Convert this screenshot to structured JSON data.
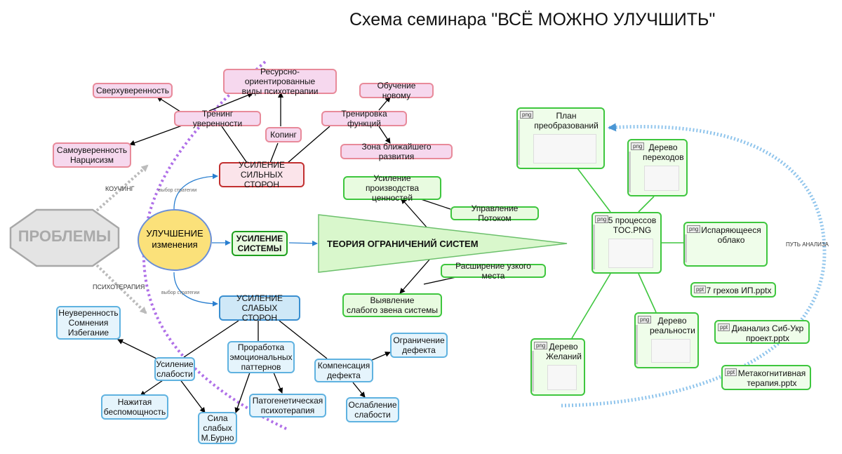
{
  "title": "Схема семинара \"ВСЁ МОЖНО УЛУЧШИТЬ\"",
  "nodes": {
    "problems": "ПРОБЛЕМЫ",
    "improvement": "УЛУЧШЕНИЕ\nизменения",
    "strong": "УСИЛЕНИЕ\nСИЛЬНЫХ СТОРОН",
    "weak": "УСИЛЕНИЕ\nСЛАБЫХ СТОРОН",
    "system": "УСИЛЕНИЕ\nСИСТЕМЫ",
    "toc": "ТЕОРИЯ ОГРАНИЧЕНИЙ СИСТЕМ",
    "overconfidence": "Сверхуверенность",
    "resource": "Ресурсно-ориентированные\nвиды психотерапии",
    "learning": "Обучение новому",
    "confidence_training": "Тренинг уверенности",
    "function_training": "Тренировка функций",
    "coping": "Копинг",
    "self_confidence": "Самоуверенность\nНарцисизм",
    "zone": "Зона ближайшего развития",
    "value_production": "Усиление производства\nценностей",
    "flow": "Управление Потоком",
    "bottleneck": "Расширение узкого места",
    "weak_link": "Выявление\nслабого звена системы",
    "insecurity": "Неуверенность\nСомнения\nИзбегание",
    "strengthen_weakness": "Усиление\nслабости",
    "emotional_patterns": "Проработка\nэмоциональных\nпаттернов",
    "compensation": "Компенсация\nдефекта",
    "limit_defect": "Ограничение\nдефекта",
    "helplessness": "Нажитая\nбеспомощность",
    "burno": "Сила\nслабых\nМ.Бурно",
    "pathogenetic": "Патогенетическая\nпсихотерапия",
    "weaken_weakness": "Ослабление\nслабости"
  },
  "labels": {
    "coaching": "КОУЧИНГ",
    "psychotherapy": "ПСИХОТЕРАПИЯ",
    "strategy_top": "выбор стратегии",
    "strategy_bottom": "выбор стратегии",
    "analysis_path": "ПУТЬ АНАЛИЗА"
  },
  "files": {
    "plan": {
      "tag": "png",
      "name": "План\nпреобразований"
    },
    "transitions": {
      "tag": "png",
      "name": "Дерево\nпереходов"
    },
    "processes": {
      "tag": "png",
      "name": "5 процессов\nTOC.PNG"
    },
    "cloud": {
      "tag": "png",
      "name": "Испаряющееся\nоблако"
    },
    "sins": {
      "tag": "ppt",
      "name": "7 грехов ИП.pptx"
    },
    "reality": {
      "tag": "png",
      "name": "Дерево\nреальности"
    },
    "wishes": {
      "tag": "png",
      "name": "Дерево\nЖеланий"
    },
    "dianalysis": {
      "tag": "ppt",
      "name": "Дианализ Сиб-Укр\nпроект.pptx"
    },
    "metacognitive": {
      "tag": "ppt",
      "name": "Метакогнитивная\nтерапия.pptx"
    }
  },
  "colors": {
    "pink_fill": "#f6d8ee",
    "pink_border": "#e88a9a",
    "red_border": "#c23030",
    "blue_border": "#5fb2e0",
    "green_border": "#3ec63e",
    "ellipse_fill": "#fbe17a",
    "triangle_fill": "#d9f7cc",
    "dotted_purple": "#b070e8",
    "analysis_arrow": "#5aa6dc"
  }
}
